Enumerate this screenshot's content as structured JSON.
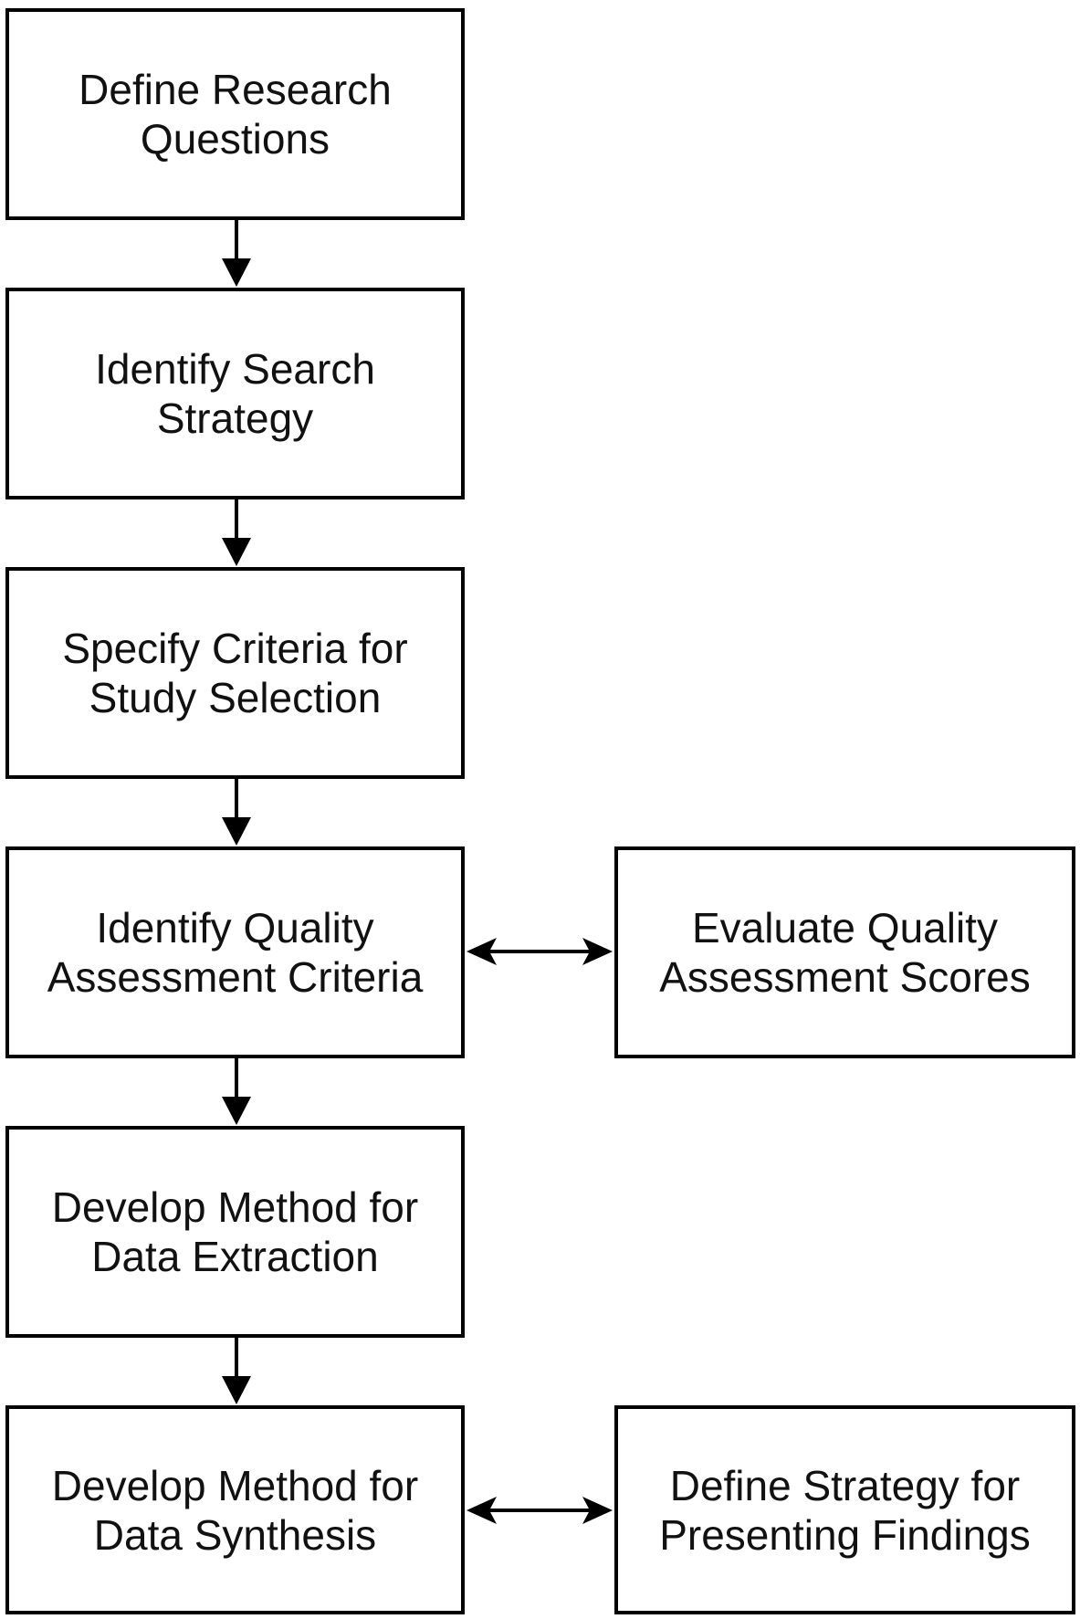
{
  "steps": {
    "define_research_questions": "Define Research Questions",
    "identify_search_strategy": "Identify Search Strategy",
    "specify_criteria": "Specify Criteria for Study Selection",
    "identify_quality_criteria": "Identify Quality Assessment Criteria",
    "develop_data_extraction": "Develop Method for Data Extraction",
    "develop_data_synthesis": "Develop Method for Data Synthesis",
    "evaluate_quality_scores": "Evaluate Quality Assessment Scores",
    "define_presenting_strategy": "Define Strategy for Presenting Findings"
  },
  "colors": {
    "line": "#000000",
    "box_fill": "#ffffff",
    "text": "#111111"
  }
}
